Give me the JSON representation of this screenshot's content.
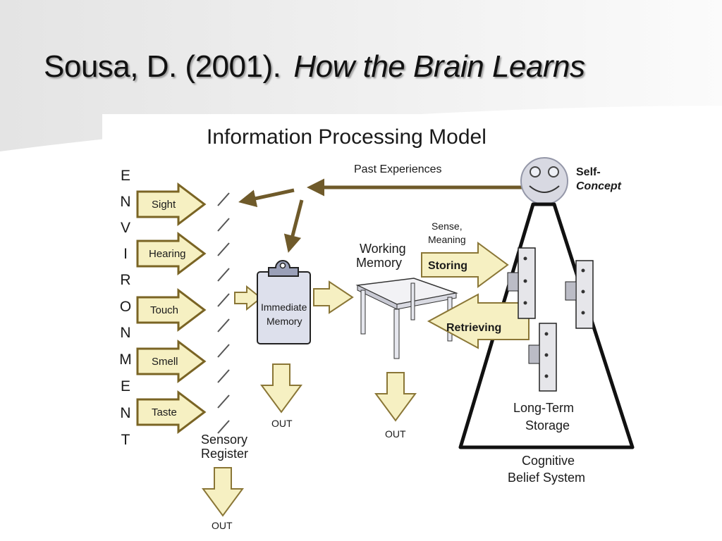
{
  "slide": {
    "author_year": "Sousa, D.  (2001).",
    "book_title": "How the Brain Learns"
  },
  "diagram": {
    "title": "Information Processing Model",
    "environment_letters": [
      "E",
      "N",
      "V",
      "I",
      "R",
      "O",
      "N",
      "M",
      "E",
      "N",
      "T"
    ],
    "senses": [
      "Sight",
      "Hearing",
      "Touch",
      "Smell",
      "Taste"
    ],
    "past_experiences": "Past Experiences",
    "self_concept": [
      "Self-",
      "Concept"
    ],
    "immediate_memory": [
      "Immediate",
      "Memory"
    ],
    "working_memory": [
      "Working",
      "Memory"
    ],
    "sense_meaning": [
      "Sense,",
      "Meaning"
    ],
    "storing": "Storing",
    "retrieving": "Retrieving",
    "long_term_storage": [
      "Long-Term",
      "Storage"
    ],
    "cognitive_belief_system": [
      "Cognitive",
      "Belief System"
    ],
    "sensory_register": [
      "Sensory",
      "Register"
    ],
    "out": "OUT"
  },
  "colors": {
    "arrow_fill": "#f6f0c2",
    "arrow_stroke": "#8a7636",
    "sense_stroke": "#7a6424",
    "brown_line": "#6f5a2a",
    "triangle": "#111111",
    "band": "#e9e9e9"
  }
}
